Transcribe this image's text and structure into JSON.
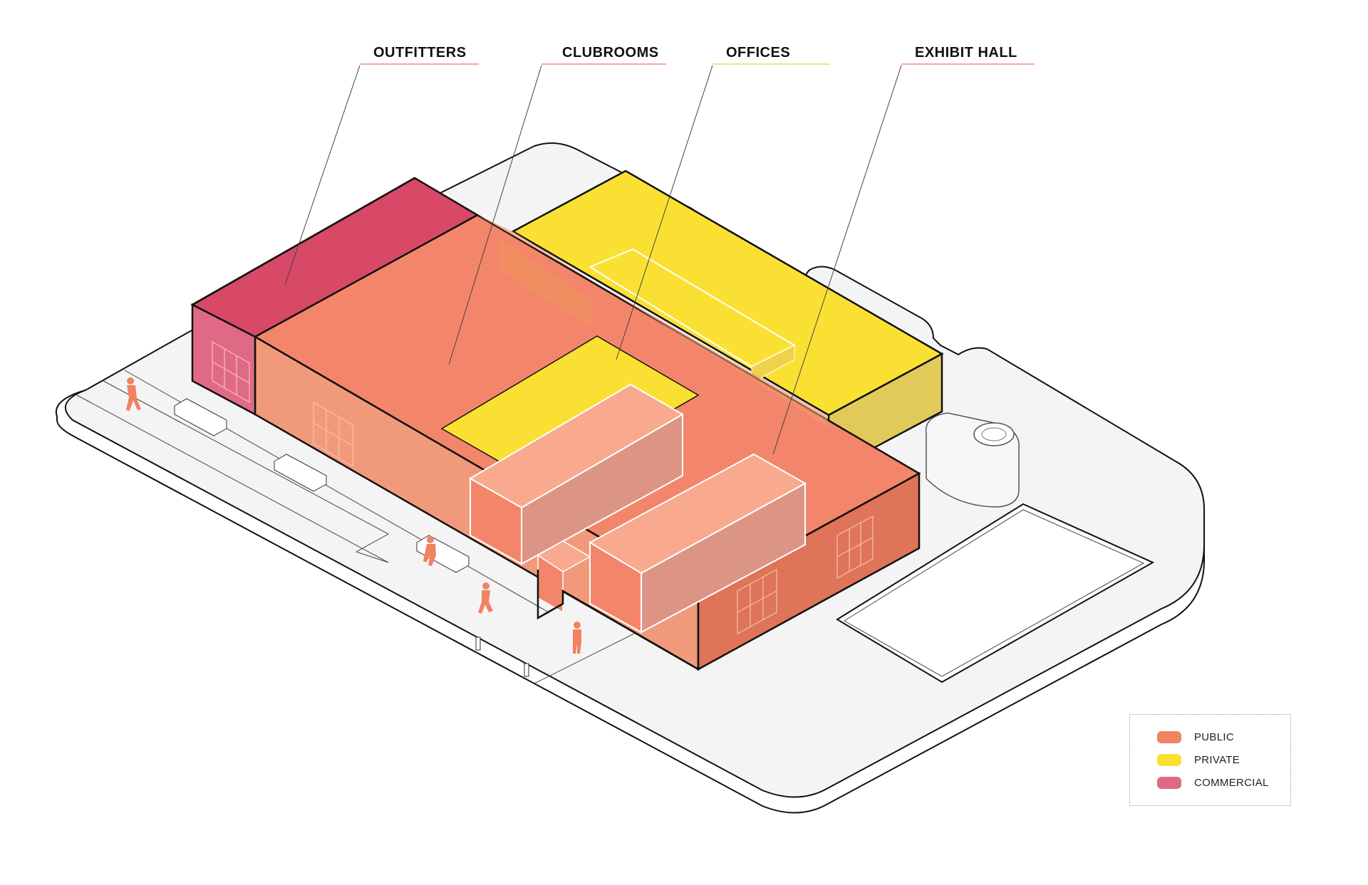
{
  "callouts": {
    "outfitters": "OUTFITTERS",
    "clubrooms": "CLUBROOMS",
    "offices": "OFFICES",
    "exhibit_hall": "EXHIBIT HALL"
  },
  "legend": [
    {
      "label": "PUBLIC",
      "color": "#f08360"
    },
    {
      "label": "PRIVATE",
      "color": "#fbe034"
    },
    {
      "label": "COMMERCIAL",
      "color": "#e06a86"
    }
  ],
  "colors": {
    "public_top": "#f3866a",
    "public_front": "#f19a7b",
    "public_right": "#df7458",
    "private_top": "#fbe034",
    "private_side": "#e2ca5a",
    "commercial_top": "#d84867",
    "commercial_front": "#e06a86",
    "ground": "#f4f4f4",
    "line": "#111111",
    "people": "#f08360",
    "ochre_line": "#e8c44a"
  }
}
